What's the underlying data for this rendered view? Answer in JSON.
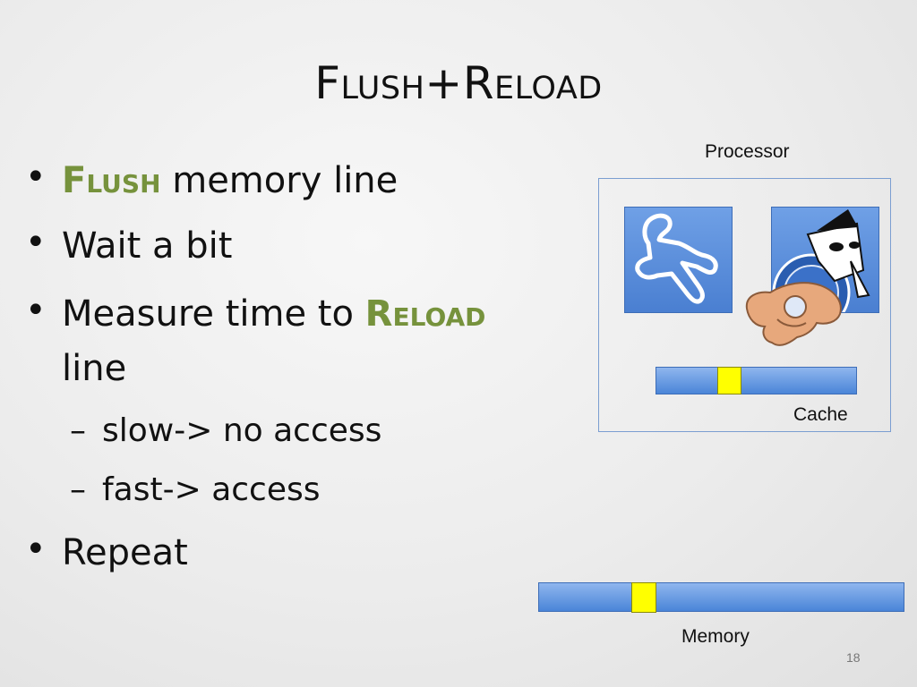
{
  "slide": {
    "title": "Flush+Reload",
    "page_number": "18"
  },
  "bullets": [
    {
      "keyword": "Flush",
      "text": " memory line"
    },
    {
      "text": "Wait a bit"
    },
    {
      "prefix": "Measure time to ",
      "keyword": "Reload",
      "continuation": "line"
    },
    {
      "text": "Repeat"
    }
  ],
  "subbullets": [
    {
      "dash": "–",
      "text": "slow-> no access"
    },
    {
      "dash": "–",
      "text": "fast-> access"
    }
  ],
  "diagram": {
    "processor_label": "Processor",
    "cache_label": "Cache",
    "memory_label": "Memory",
    "icons": [
      "chalk-outline-icon",
      "spy-icon",
      "hand-okay-icon"
    ]
  },
  "colors": {
    "keyword": "#76923c",
    "tile_blue": "#4a7fd1",
    "slot_yellow": "#ffff00"
  }
}
